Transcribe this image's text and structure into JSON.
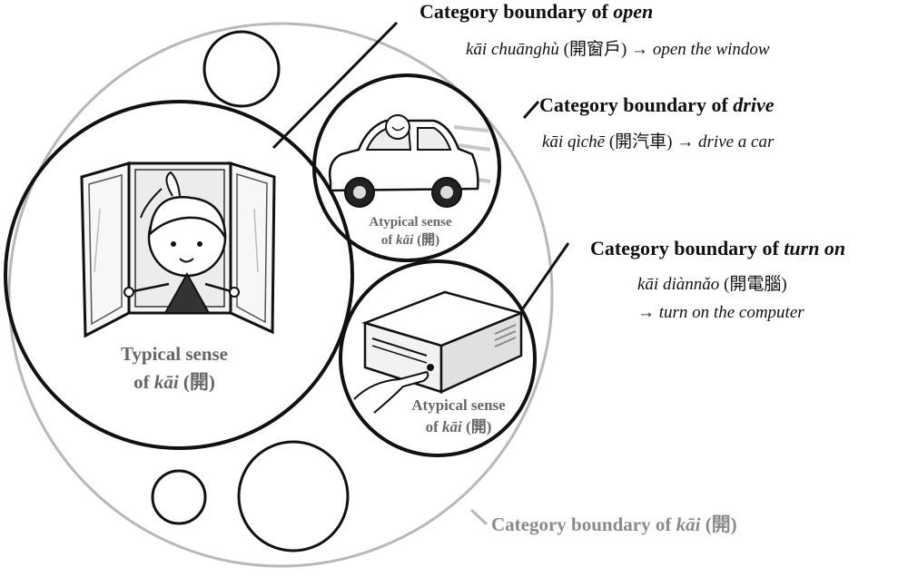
{
  "outer_category": {
    "label_prefix": "Category boundary of ",
    "label_term": "kāi",
    "label_hanzi": " (開)"
  },
  "open": {
    "label_prefix": "Category boundary of ",
    "label_term": "open",
    "example_pinyin": "kāi chuānghù",
    "example_hanzi": " (開窗戶) → ",
    "example_gloss": "open the window"
  },
  "drive": {
    "label_prefix": "Category boundary of ",
    "label_term": "drive",
    "example_pinyin": "kāi qìchē",
    "example_hanzi": " (開汽車) → ",
    "example_gloss": "drive a car",
    "sense_line1": "Atypical sense",
    "sense_line2_prefix": "of ",
    "sense_line2_term": "kāi",
    "sense_line2_hanzi": " (開)"
  },
  "turn_on": {
    "label_prefix": "Category boundary of ",
    "label_term": "turn on",
    "example_pinyin": "kāi diànnǎo",
    "example_hanzi": " (開電腦)",
    "example_gloss_arrow": "→ ",
    "example_gloss": "turn on the computer",
    "sense_line1": "Atypical sense",
    "sense_line2_prefix": "of ",
    "sense_line2_term": "kāi",
    "sense_line2_hanzi": " (開)"
  },
  "typical": {
    "sense_line1": "Typical sense",
    "sense_line2_prefix": "of ",
    "sense_line2_term": "kāi",
    "sense_line2_hanzi": " (開)"
  },
  "colors": {
    "outer_boundary": "#b8b8b8",
    "outer_label": "#8a8a8a",
    "ink": "#111111",
    "sense_gray": "#666666"
  }
}
